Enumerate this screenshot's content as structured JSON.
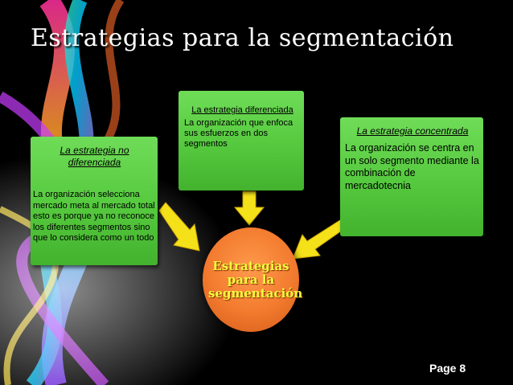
{
  "slide": {
    "title": "Estrategias para la  segmentación",
    "page_label": "Page 8"
  },
  "boxes": {
    "left": {
      "heading": "La  estrategia no diferenciada",
      "body": "La organización selecciona mercado meta al mercado total esto es porque ya no reconoce los diferentes segmentos sino que lo considera como un todo"
    },
    "middle": {
      "heading": "La  estrategia diferenciada",
      "body": "La  organización que enfoca sus esfuerzos en dos segmentos"
    },
    "right": {
      "heading": "La estrategia concentrada",
      "body": "La organización se centra en un solo segmento mediante la combinación de mercadotecnia"
    }
  },
  "center": {
    "label": "Estrategias para la segmentación"
  },
  "colors": {
    "box_green": "#5fcf4a",
    "arrow_yellow": "#f5e11a",
    "center_orange": "#f27a2e",
    "center_text": "#f1ff3c"
  }
}
